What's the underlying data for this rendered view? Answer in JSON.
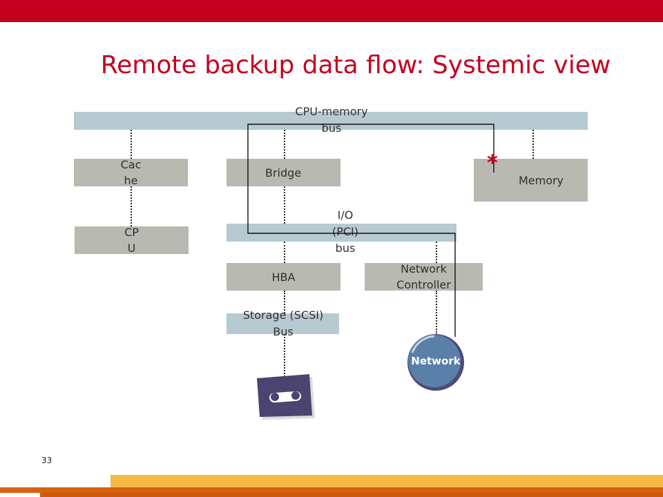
{
  "title": "Remote backup data flow: Systemic view",
  "page_number": "33",
  "buses": {
    "cpu_memory_line1": "CPU-memory",
    "cpu_memory_line2": "bus",
    "io_line1": "I/O",
    "io_line2": "(PCI)",
    "io_line3": "bus",
    "storage_line1": "Storage (SCSI)",
    "storage_line2": "Bus"
  },
  "components": {
    "cache_line1": "Cac",
    "cache_line2": "he",
    "cpu_line1": "CP",
    "cpu_line2": "U",
    "bridge": "Bridge",
    "memory": "Memory",
    "hba": "HBA",
    "netctl_line1": "Network",
    "netctl_line2": "Controller",
    "network": "Network"
  },
  "marker": "*",
  "colors": {
    "accent_red": "#c4001f",
    "box_gray": "#b8b9b1",
    "bus_blue": "#b7c9d1",
    "footer_yellow": "#f4ba45",
    "footer_orange": "#d66210",
    "network_blue": "#5a7fa8",
    "tape_purple": "#4a4470"
  },
  "icons": [
    "network-cloud-icon",
    "tape-cartridge-icon"
  ]
}
